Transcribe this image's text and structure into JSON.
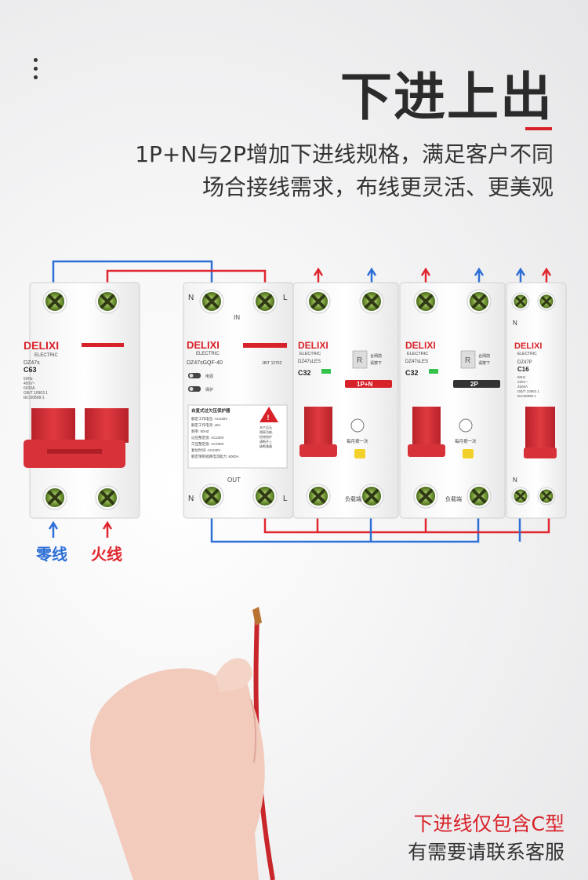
{
  "title": "下进上出",
  "description": [
    "1P+N与2P增加下进线规格，满足客户不同",
    "场合接线需求，布线更灵活、更美观"
  ],
  "note": {
    "line1": "下进线仅包含C型",
    "line2": "有需要请联系客服"
  },
  "labels": {
    "neutral": "零线",
    "live": "火线"
  },
  "breakers": {
    "b1": {
      "brand": "DELIXI",
      "sub": "ELECTRIC",
      "model": "DZ47s",
      "rating": "C63",
      "spec": [
        "50Hz",
        "400V~",
        "6000A",
        "GB/T 10963.1",
        "IEC60898-1"
      ]
    },
    "b2": {
      "brand": "DELIXI",
      "sub": "ELECTRIC",
      "model": "DZ47sGQF-40",
      "std": "JB/T 12762",
      "in": "IN",
      "out": "OUT",
      "n": "N",
      "l": "L",
      "ind1": "电源",
      "ind2": "保护",
      "box_title": "自复式过欠压保护器",
      "box_lines": [
        "额定工作电压: AC230V",
        "额定工作电流: 40A",
        "频率: 50HZ",
        "过压整定值: AC230V",
        "欠压整定值: AC230V",
        "复位时间: AC230V",
        "额定限制短路电流能力: 6000A"
      ],
      "warn": [
        "本产品无",
        "隔离功能,",
        "检修保护",
        "请断开上",
        "级断路器"
      ]
    },
    "b3": {
      "brand": "DELIXI",
      "sub": "ELECTRIC",
      "model": "DZ47sLES",
      "rating": "C32",
      "badge": "1P+N",
      "btn": "合闸前\n请按下",
      "r": "R",
      "test": "每月按一次",
      "load": "负载端"
    },
    "b4": {
      "brand": "DELIXI",
      "sub": "ELECTRIC",
      "model": "DZ47sLES",
      "rating": "C32",
      "badge": "2P",
      "btn": "合闸前\n请按下",
      "r": "R",
      "test": "每月按一次",
      "load": "负载端"
    },
    "b5": {
      "brand": "DELIXI",
      "sub": "ELECTRIC",
      "model": "DZ47P",
      "rating": "C16",
      "spec": [
        "50Hz",
        "230V~",
        "4500A",
        "GB/T 10963.1",
        "IEC60898-1"
      ],
      "n": "N"
    }
  },
  "colors": {
    "accent": "#d8222a",
    "wire_blue": "#2e6fd6",
    "wire_red": "#e0262e",
    "handle": "#d7323a"
  }
}
